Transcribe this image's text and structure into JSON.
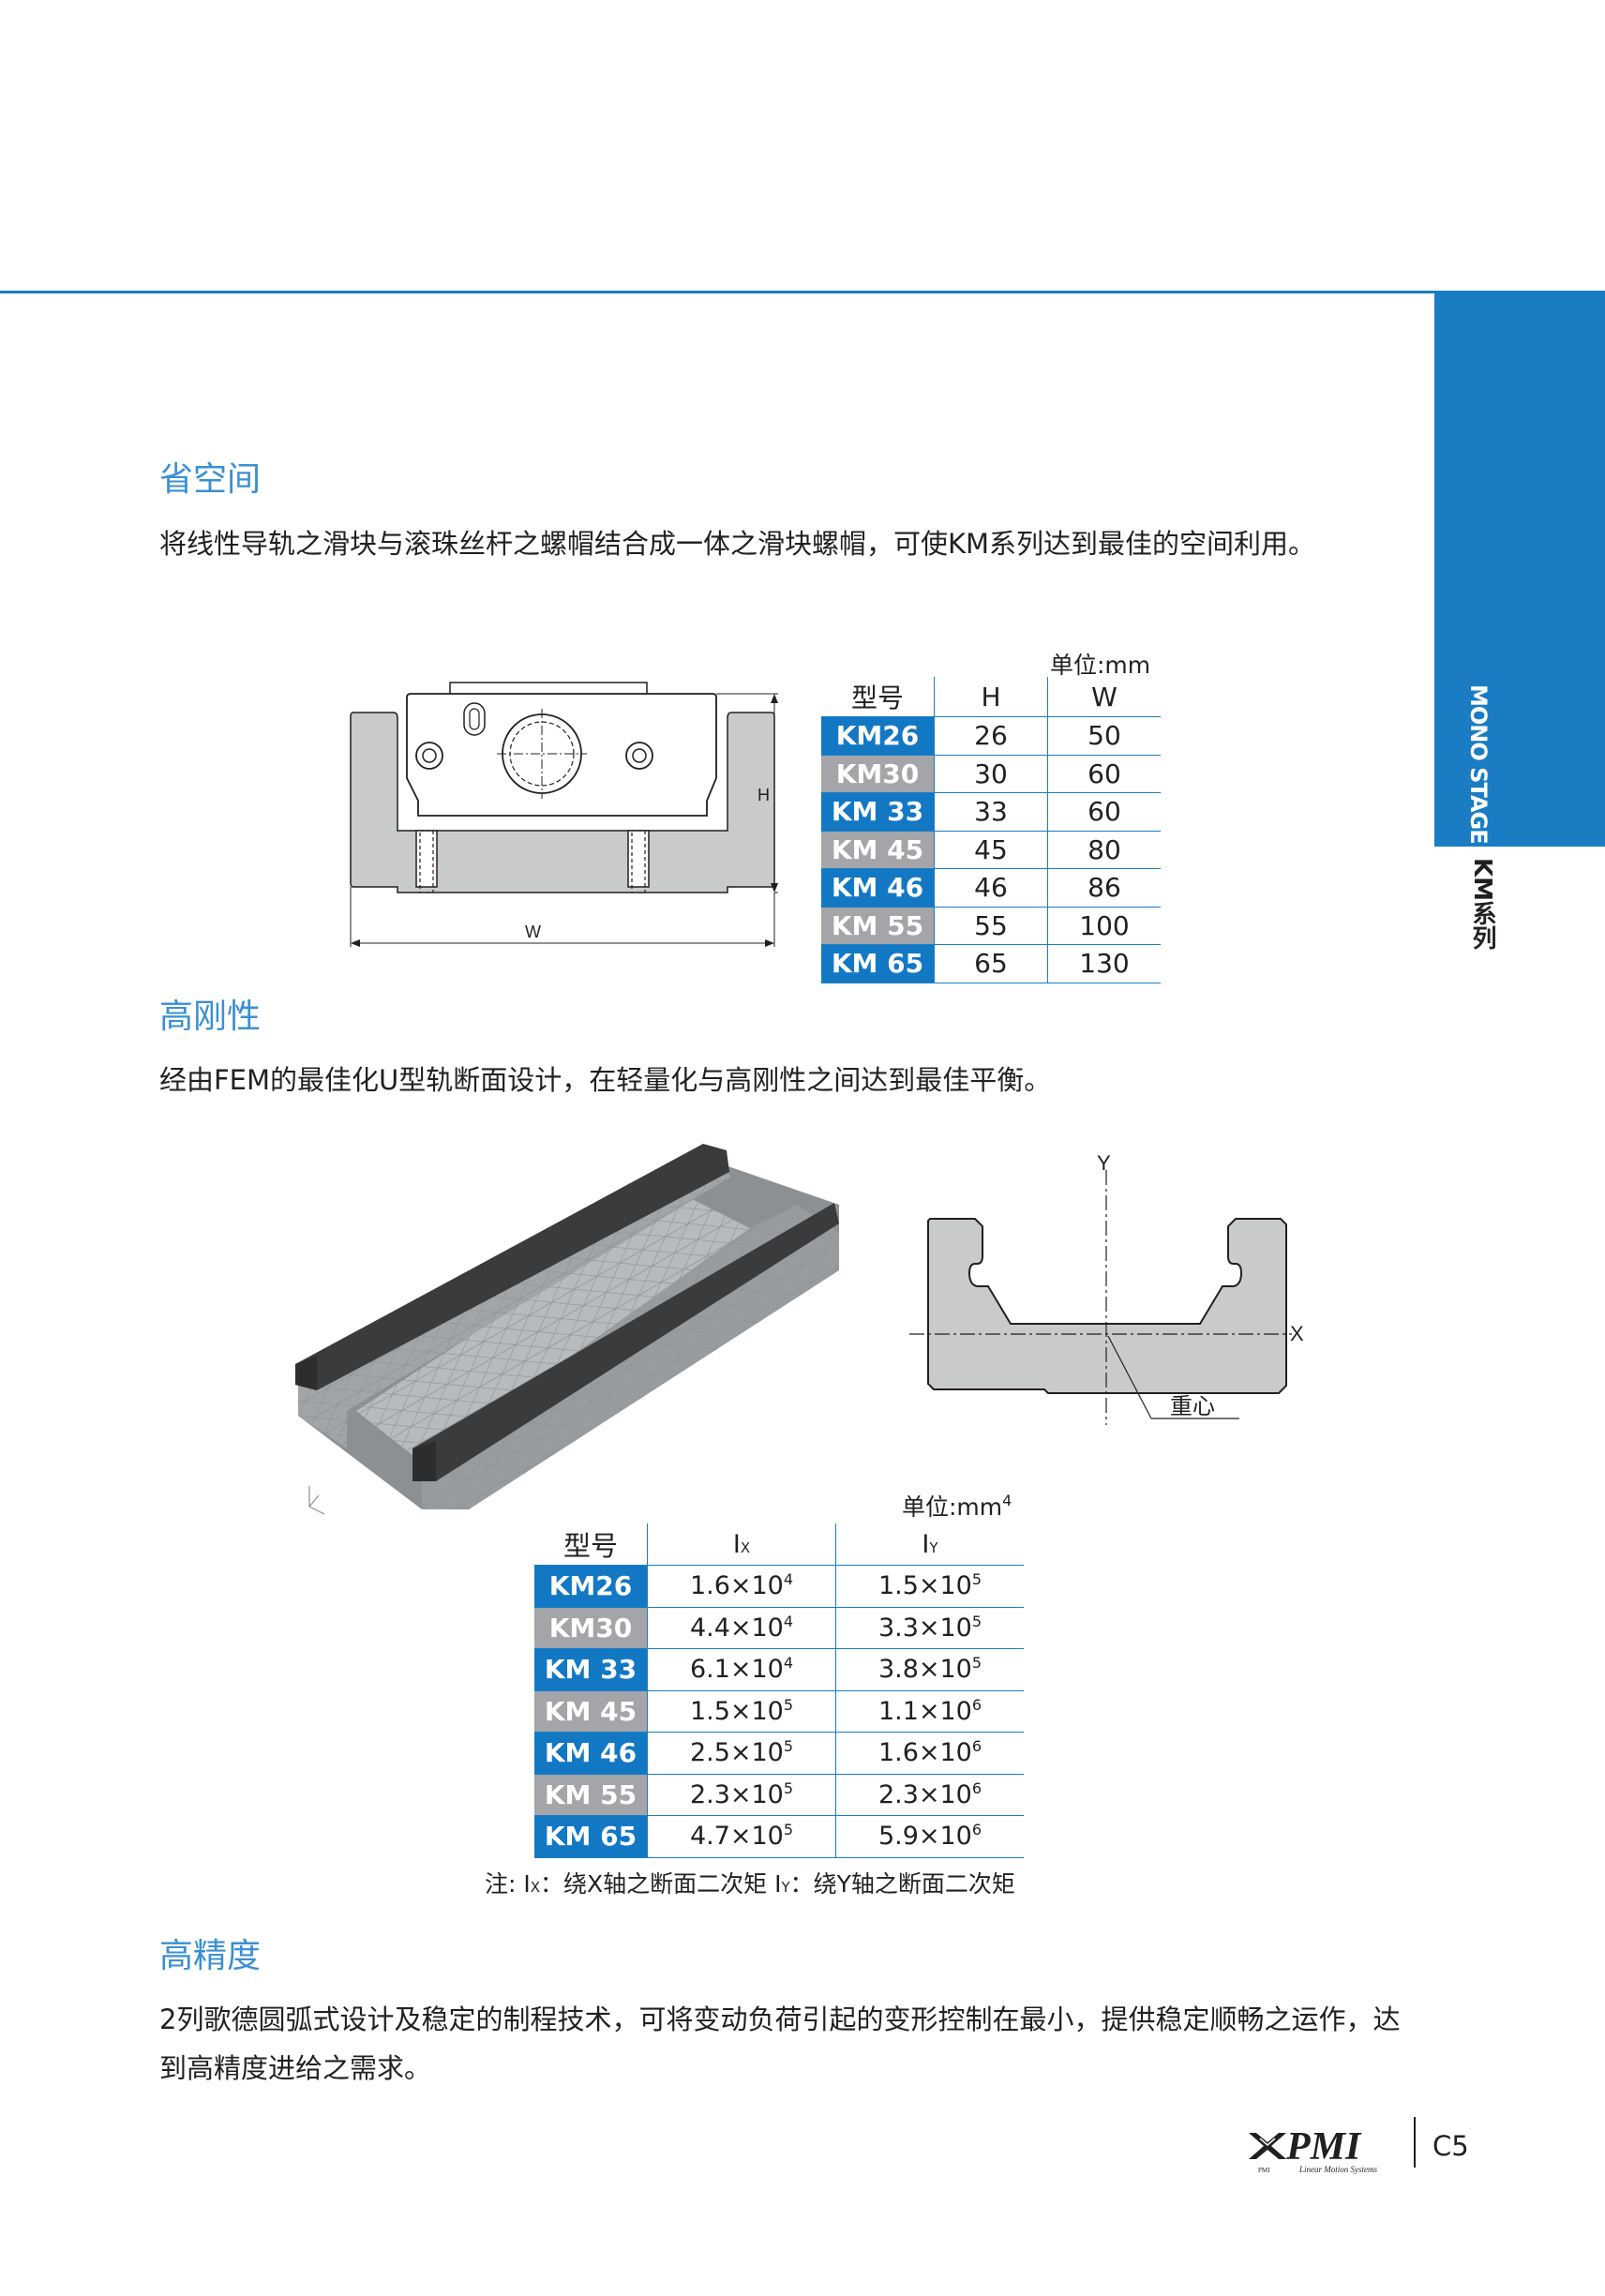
{
  "sidebar": {
    "tab_label": "MONO STAGE",
    "series_label": "KM系列"
  },
  "sections": [
    {
      "title": "省空间",
      "text": "将线性导轨之滑块与滚珠丝杆之螺帽结合成一体之滑块螺帽，可使KM系列达到最佳的空间利用。"
    },
    {
      "title": "高刚性",
      "text": "经由FEM的最佳化U型轨断面设计，在轻量化与高刚性之间达到最佳平衡。"
    },
    {
      "title": "高精度",
      "text": "2列歌德圆弧式设计及稳定的制程技术，可将变动负荷引起的变形控制在最小，提供稳定顺畅之运作，达到高精度进给之需求。"
    }
  ],
  "drawing1": {
    "h_label": "H",
    "w_label": "W"
  },
  "table1": {
    "unit": "单位:mm",
    "headers": [
      "型号",
      "H",
      "W"
    ],
    "rows": [
      {
        "model": "KM26",
        "h": "26",
        "w": "50"
      },
      {
        "model": "KM30",
        "h": "30",
        "w": "60"
      },
      {
        "model": "KM 33",
        "h": "33",
        "w": "60"
      },
      {
        "model": "KM 45",
        "h": "45",
        "w": "80"
      },
      {
        "model": "KM 46",
        "h": "46",
        "w": "86"
      },
      {
        "model": "KM 55",
        "h": "55",
        "w": "100"
      },
      {
        "model": "KM 65",
        "h": "65",
        "w": "130"
      }
    ]
  },
  "section_diagram": {
    "y_label": "Y",
    "x_label": "X",
    "centroid_label": "重心"
  },
  "table2": {
    "unit": "单位:mm",
    "unit_exp": "4",
    "header_model": "型号",
    "header_ix": "I",
    "header_ix_sub": "X",
    "header_iy": "I",
    "header_iy_sub": "Y",
    "rows": [
      {
        "model": "KM26",
        "ix_m": "1.6×10",
        "ix_e": "4",
        "iy_m": "1.5×10",
        "iy_e": "5"
      },
      {
        "model": "KM30",
        "ix_m": "4.4×10",
        "ix_e": "4",
        "iy_m": "3.3×10",
        "iy_e": "5"
      },
      {
        "model": "KM 33",
        "ix_m": "6.1×10",
        "ix_e": "4",
        "iy_m": "3.8×10",
        "iy_e": "5"
      },
      {
        "model": "KM 45",
        "ix_m": "1.5×10",
        "ix_e": "5",
        "iy_m": "1.1×10",
        "iy_e": "6"
      },
      {
        "model": "KM 46",
        "ix_m": "2.5×10",
        "ix_e": "5",
        "iy_m": "1.6×10",
        "iy_e": "6"
      },
      {
        "model": "KM 55",
        "ix_m": "2.3×10",
        "ix_e": "5",
        "iy_m": "2.3×10",
        "iy_e": "6"
      },
      {
        "model": "KM 65",
        "ix_m": "4.7×10",
        "ix_e": "5",
        "iy_m": "5.9×10",
        "iy_e": "6"
      }
    ]
  },
  "note": {
    "prefix": "注: I",
    "x_sub": "X",
    "x_text": "：绕X轴之断面二次矩  I",
    "y_sub": "Y",
    "y_text": "：绕Y轴之断面二次矩"
  },
  "footer": {
    "brand": "PMI",
    "brand_small": "PMI",
    "tagline": "Linear Motion Systems",
    "page": "C5"
  }
}
